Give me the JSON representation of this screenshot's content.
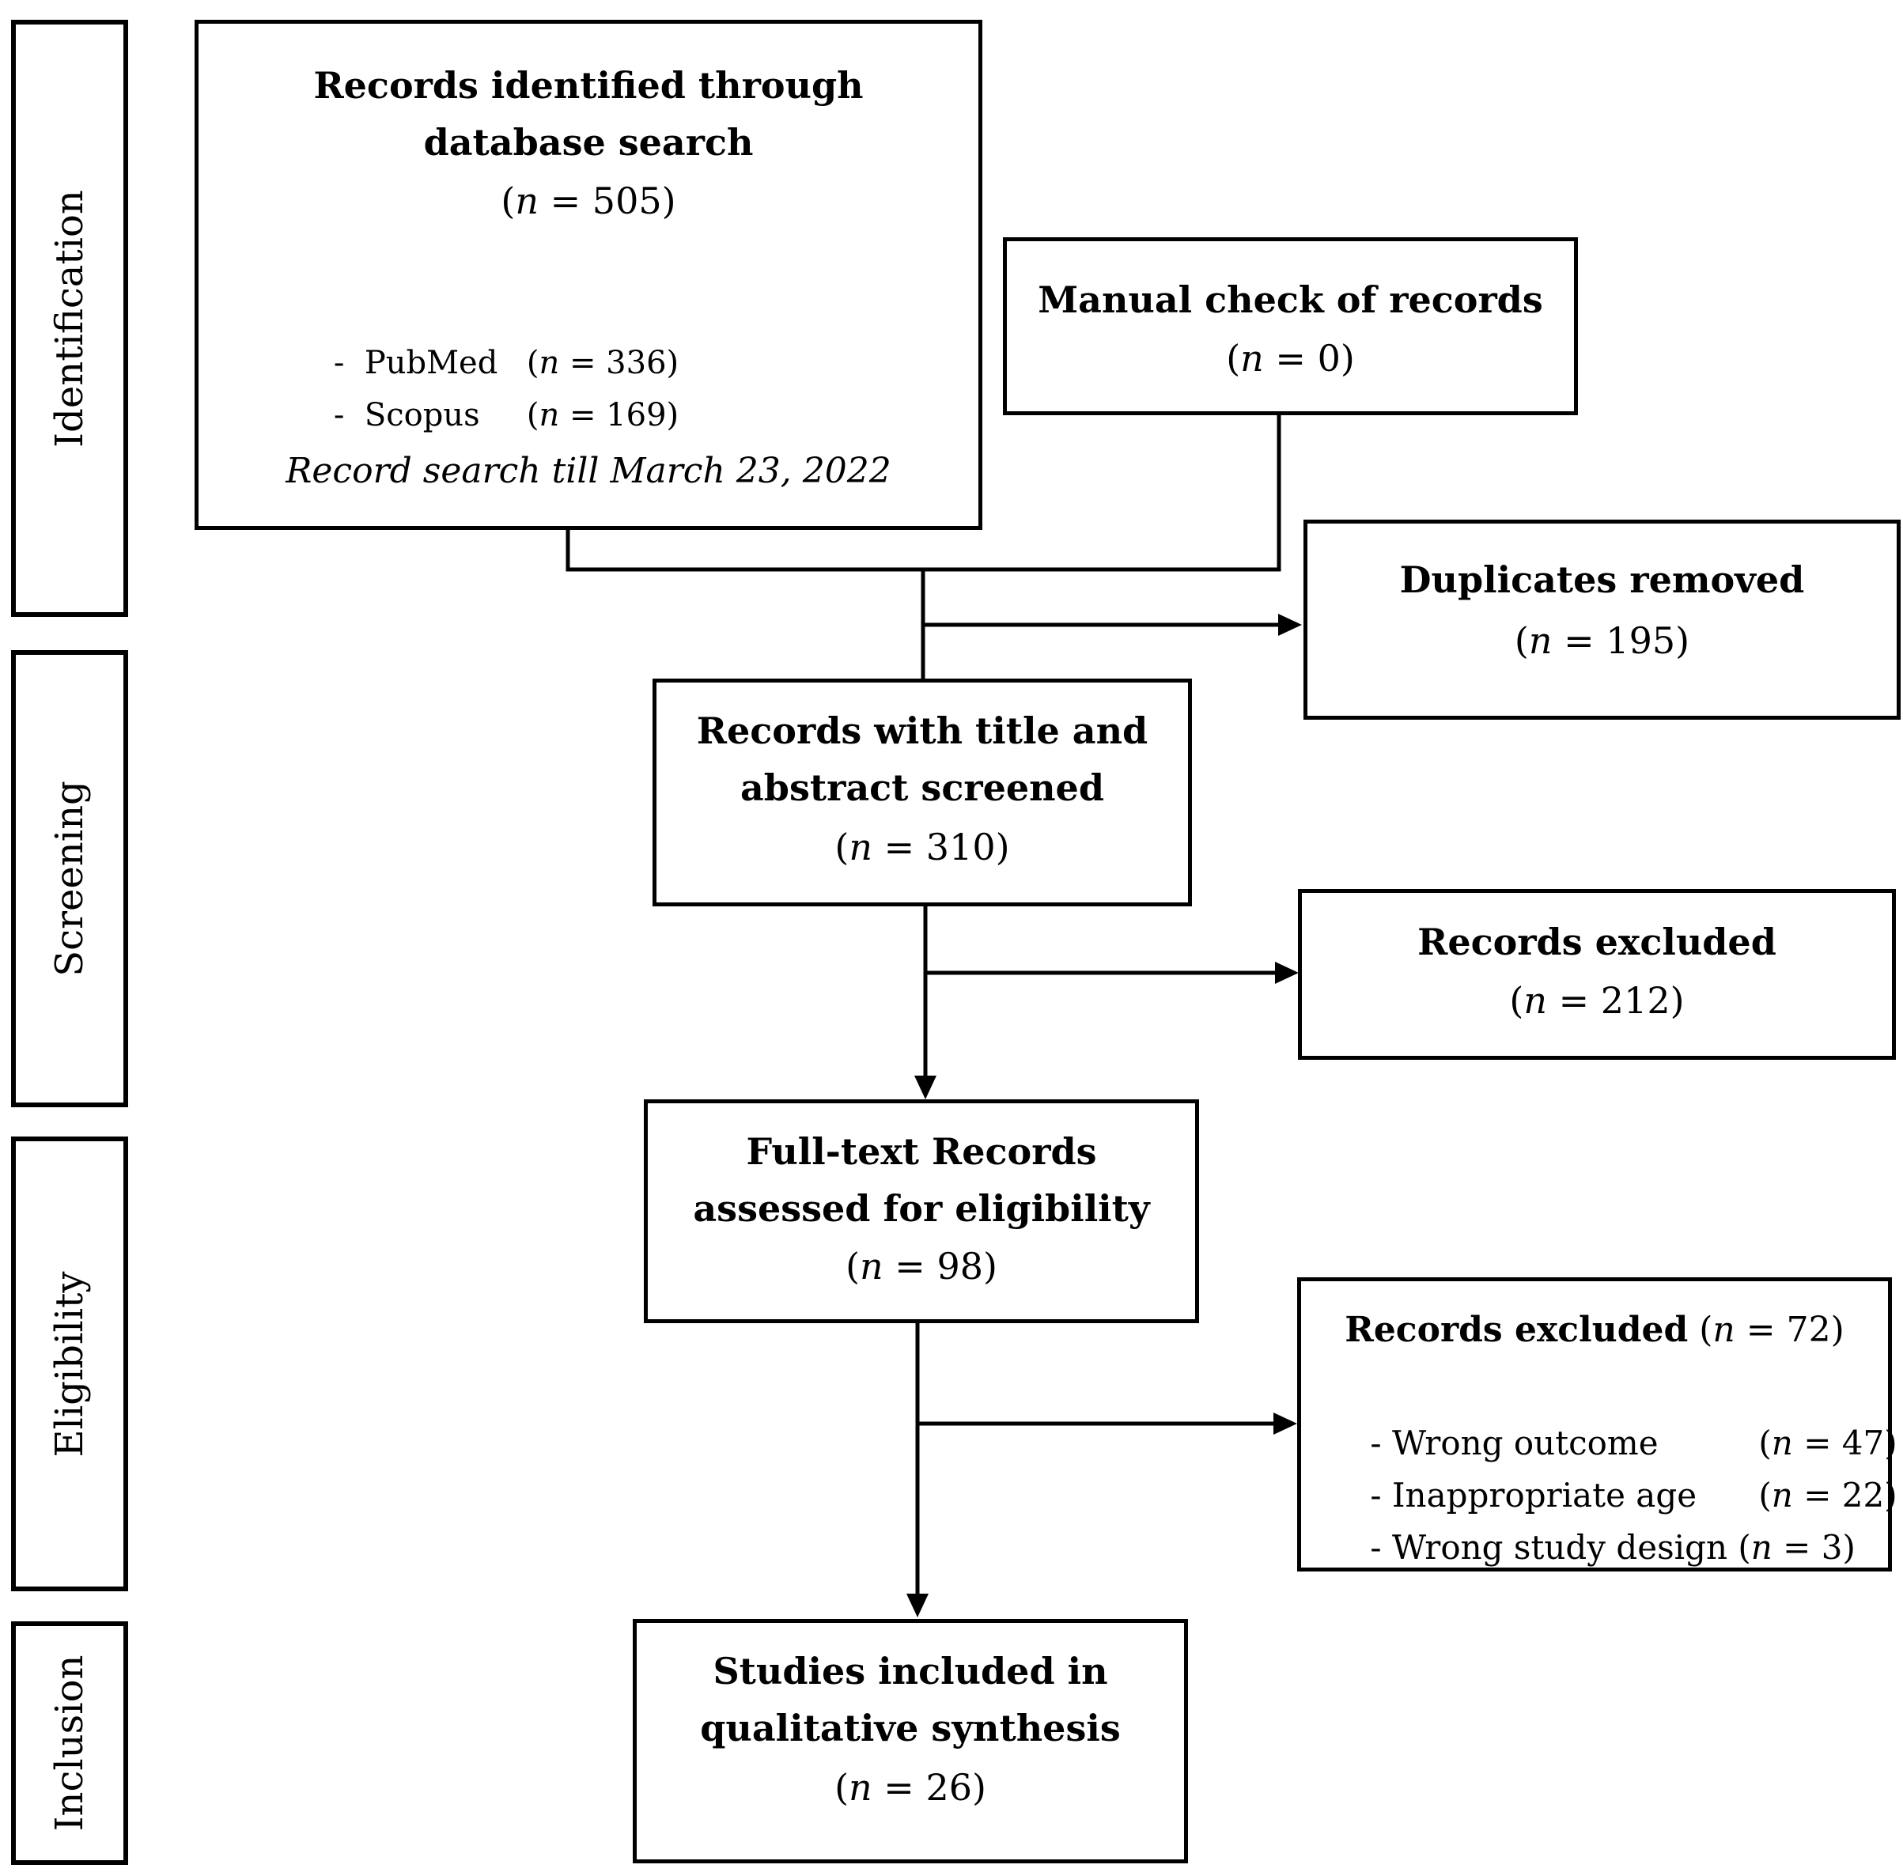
{
  "stages": [
    {
      "label": "Identification"
    },
    {
      "label": "Screening"
    },
    {
      "label": "Eligibility"
    },
    {
      "label": "Inclusion"
    }
  ],
  "identified": {
    "title_line1": "Records identified through",
    "title_line2": "database search",
    "n_prefix": "(",
    "n_var": "n",
    "n_value": " = 505)",
    "sources": [
      {
        "bullet": "-",
        "name": "PubMed",
        "count": " = 336)"
      },
      {
        "bullet": "-",
        "name": "Scopus",
        "count": " = 169)"
      }
    ],
    "note": "Record search till March 23, 2022"
  },
  "manual_check": {
    "title": "Manual check of records",
    "n_value": " = 0)"
  },
  "duplicates": {
    "title": "Duplicates removed",
    "n_value": " = 195)"
  },
  "screened": {
    "title_line1": "Records with title and",
    "title_line2": "abstract screened",
    "n_value": " = 310)"
  },
  "excluded_screening": {
    "title": "Records excluded",
    "n_value": " = 212)"
  },
  "fulltext": {
    "title_line1": "Full-text Records",
    "title_line2": "assessed for eligibility",
    "n_value": " = 98)"
  },
  "excluded_fulltext": {
    "title": "Records excluded",
    "n_value": " = 72)",
    "reasons": [
      {
        "bullet": "-",
        "label": "Wrong outcome",
        "count": " = 47)"
      },
      {
        "bullet": "-",
        "label": "Inappropriate age",
        "count": " = 22)"
      },
      {
        "bullet": "-",
        "label": "Wrong study design",
        "count": " = 3)"
      }
    ]
  },
  "included": {
    "title_line1": "Studies included in",
    "title_line2": "qualitative synthesis",
    "n_value": " = 26)"
  },
  "common": {
    "open": "(",
    "var": "n"
  }
}
